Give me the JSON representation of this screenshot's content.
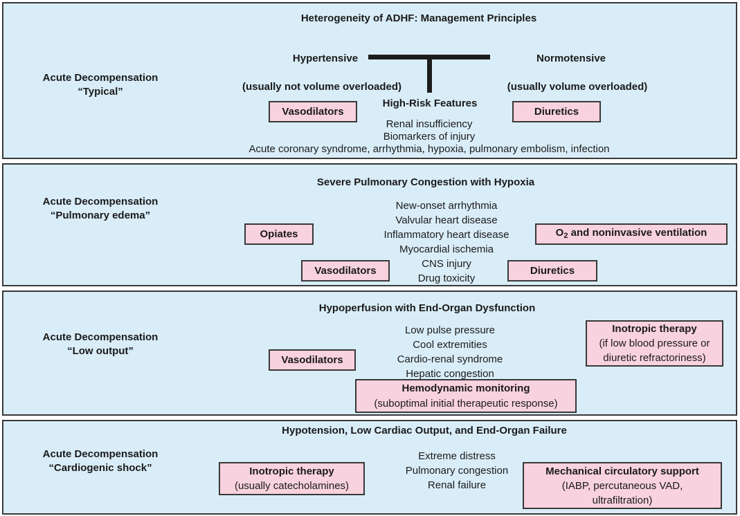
{
  "colors": {
    "panel_bg": "#d9edf8",
    "box_bg": "#f8d2de",
    "border": "#383838",
    "connector": "#1c1c1c"
  },
  "panel1": {
    "title": "Heterogeneity of ADHF: Management Principles",
    "left_label": [
      "Acute Decompensation",
      "“Typical”"
    ],
    "hypertensive": "Hypertensive",
    "normotensive": "Normotensive",
    "hypertensive_note": "(usually not volume overloaded)",
    "normotensive_note": "(usually volume overloaded)",
    "vasodilators_box": "Vasodilators",
    "diuretics_box": "Diuretics",
    "high_risk_heading": "High-Risk Features",
    "high_risk_items": [
      "Renal insufficiency",
      "Biomarkers of injury",
      "Acute coronary syndrome, arrhythmia, hypoxia, pulmonary embolism, infection"
    ]
  },
  "panel2": {
    "title": "Severe Pulmonary Congestion with Hypoxia",
    "left_label": [
      "Acute Decompensation",
      "“Pulmonary edema”"
    ],
    "symptoms": [
      "New-onset arrhythmia",
      "Valvular heart disease",
      "Inflammatory heart disease",
      "Myocardial ischemia",
      "CNS injury",
      "Drug toxicity"
    ],
    "opiates_box": "Opiates",
    "vasodilators_box": "Vasodilators",
    "o2_box": {
      "prefix": "O",
      "sub": "2",
      "rest": " and noninvasive ventilation"
    },
    "diuretics_box": "Diuretics"
  },
  "panel3": {
    "title": "Hypoperfusion with End-Organ Dysfunction",
    "left_label": [
      "Acute Decompensation",
      "“Low output”"
    ],
    "symptoms": [
      "Low pulse pressure",
      "Cool extremities",
      "Cardio-renal syndrome",
      "Hepatic congestion"
    ],
    "vasodilators_box": "Vasodilators",
    "inotropic_box": {
      "title": "Inotropic therapy",
      "lines": [
        "(if low blood pressure or",
        "diuretic refractoriness)"
      ]
    },
    "hemodynamic_box": {
      "title": "Hemodynamic monitoring",
      "lines": [
        "(suboptimal initial therapeutic response)"
      ]
    }
  },
  "panel4": {
    "title": "Hypotension, Low Cardiac Output, and End-Organ Failure",
    "left_label": [
      "Acute Decompensation",
      "“Cardiogenic shock”"
    ],
    "symptoms": [
      "Extreme distress",
      "Pulmonary congestion",
      "Renal failure"
    ],
    "inotropic_box": {
      "title": "Inotropic therapy",
      "lines": [
        "(usually catecholamines)"
      ]
    },
    "mechanical_box": {
      "title": "Mechanical circulatory support",
      "lines": [
        "(IABP, percutaneous VAD,",
        "ultrafiltration)"
      ]
    }
  }
}
